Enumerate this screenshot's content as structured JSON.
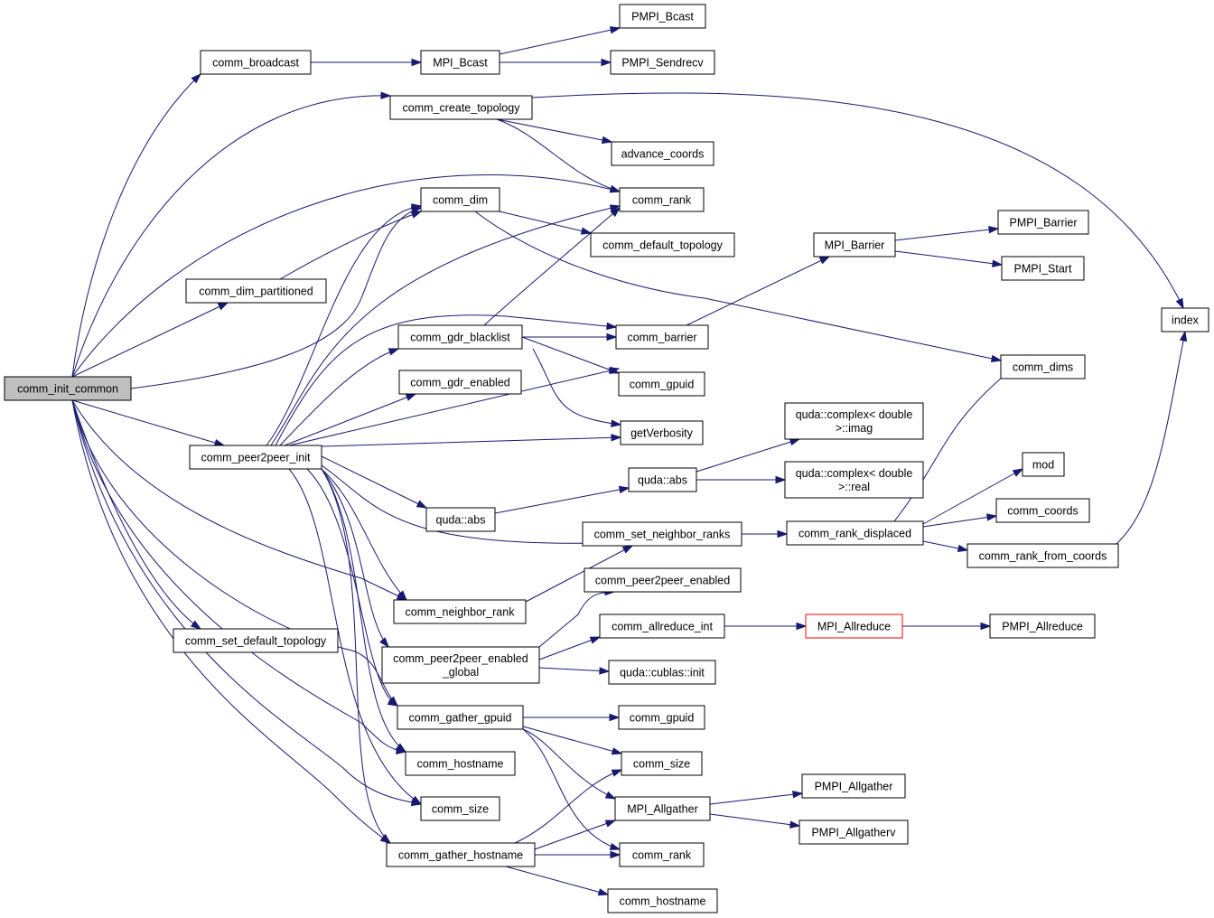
{
  "graph": {
    "colors": {
      "edge": "#191970",
      "root_fill": "#bfbfbf",
      "highlight_border": "#ff0000"
    },
    "nodes": [
      {
        "id": "comm_init_common",
        "lines": [
          "comm_init_common"
        ],
        "root": true
      },
      {
        "id": "comm_broadcast",
        "lines": [
          "comm_broadcast"
        ]
      },
      {
        "id": "MPI_Bcast",
        "lines": [
          "MPI_Bcast"
        ]
      },
      {
        "id": "PMPI_Bcast",
        "lines": [
          "PMPI_Bcast"
        ]
      },
      {
        "id": "PMPI_Sendrecv",
        "lines": [
          "PMPI_Sendrecv"
        ]
      },
      {
        "id": "comm_create_topology",
        "lines": [
          "comm_create_topology"
        ]
      },
      {
        "id": "advance_coords",
        "lines": [
          "advance_coords"
        ]
      },
      {
        "id": "comm_rank_a",
        "lines": [
          "comm_rank"
        ]
      },
      {
        "id": "comm_dim",
        "lines": [
          "comm_dim"
        ]
      },
      {
        "id": "comm_default_topology",
        "lines": [
          "comm_default_topology"
        ]
      },
      {
        "id": "comm_dim_partitioned",
        "lines": [
          "comm_dim_partitioned"
        ]
      },
      {
        "id": "MPI_Barrier",
        "lines": [
          "MPI_Barrier"
        ]
      },
      {
        "id": "PMPI_Barrier",
        "lines": [
          "PMPI_Barrier"
        ]
      },
      {
        "id": "PMPI_Start",
        "lines": [
          "PMPI_Start"
        ]
      },
      {
        "id": "index",
        "lines": [
          "index"
        ]
      },
      {
        "id": "comm_gdr_blacklist",
        "lines": [
          "comm_gdr_blacklist"
        ]
      },
      {
        "id": "comm_barrier",
        "lines": [
          "comm_barrier"
        ]
      },
      {
        "id": "comm_dims",
        "lines": [
          "comm_dims"
        ]
      },
      {
        "id": "comm_gdr_enabled",
        "lines": [
          "comm_gdr_enabled"
        ]
      },
      {
        "id": "comm_gpuid_a",
        "lines": [
          "comm_gpuid"
        ]
      },
      {
        "id": "getVerbosity",
        "lines": [
          "getVerbosity"
        ]
      },
      {
        "id": "complex_imag",
        "lines": [
          "quda::complex< double",
          ">::imag"
        ]
      },
      {
        "id": "comm_peer2peer_init",
        "lines": [
          "comm_peer2peer_init"
        ]
      },
      {
        "id": "quda_abs_b",
        "lines": [
          "quda::abs"
        ]
      },
      {
        "id": "complex_real",
        "lines": [
          "quda::complex< double",
          ">::real"
        ]
      },
      {
        "id": "mod",
        "lines": [
          "mod"
        ]
      },
      {
        "id": "quda_abs_a",
        "lines": [
          "quda::abs"
        ]
      },
      {
        "id": "comm_coords",
        "lines": [
          "comm_coords"
        ]
      },
      {
        "id": "comm_set_neighbor_ranks",
        "lines": [
          "comm_set_neighbor_ranks"
        ]
      },
      {
        "id": "comm_rank_displaced",
        "lines": [
          "comm_rank_displaced"
        ]
      },
      {
        "id": "comm_rank_from_coords",
        "lines": [
          "comm_rank_from_coords"
        ]
      },
      {
        "id": "comm_peer2peer_enabled",
        "lines": [
          "comm_peer2peer_enabled"
        ]
      },
      {
        "id": "comm_neighbor_rank",
        "lines": [
          "comm_neighbor_rank"
        ]
      },
      {
        "id": "comm_allreduce_int",
        "lines": [
          "comm_allreduce_int"
        ]
      },
      {
        "id": "MPI_Allreduce",
        "lines": [
          "MPI_Allreduce"
        ],
        "highlight": true
      },
      {
        "id": "PMPI_Allreduce",
        "lines": [
          "PMPI_Allreduce"
        ]
      },
      {
        "id": "comm_set_default_topology",
        "lines": [
          "comm_set_default_topology"
        ]
      },
      {
        "id": "comm_peer2peer_enabled_global",
        "lines": [
          "comm_peer2peer_enabled",
          "_global"
        ]
      },
      {
        "id": "cublas_init",
        "lines": [
          "quda::cublas::init"
        ]
      },
      {
        "id": "comm_gather_gpuid",
        "lines": [
          "comm_gather_gpuid"
        ]
      },
      {
        "id": "comm_gpuid_b",
        "lines": [
          "comm_gpuid"
        ]
      },
      {
        "id": "comm_hostname_a",
        "lines": [
          "comm_hostname"
        ]
      },
      {
        "id": "comm_size_b",
        "lines": [
          "comm_size"
        ]
      },
      {
        "id": "PMPI_Allgather",
        "lines": [
          "PMPI_Allgather"
        ]
      },
      {
        "id": "comm_size_a",
        "lines": [
          "comm_size"
        ]
      },
      {
        "id": "MPI_Allgather",
        "lines": [
          "MPI_Allgather"
        ]
      },
      {
        "id": "PMPI_Allgatherv",
        "lines": [
          "PMPI_Allgatherv"
        ]
      },
      {
        "id": "comm_gather_hostname",
        "lines": [
          "comm_gather_hostname"
        ]
      },
      {
        "id": "comm_rank_b",
        "lines": [
          "comm_rank"
        ]
      },
      {
        "id": "comm_hostname_b",
        "lines": [
          "comm_hostname"
        ]
      }
    ]
  }
}
